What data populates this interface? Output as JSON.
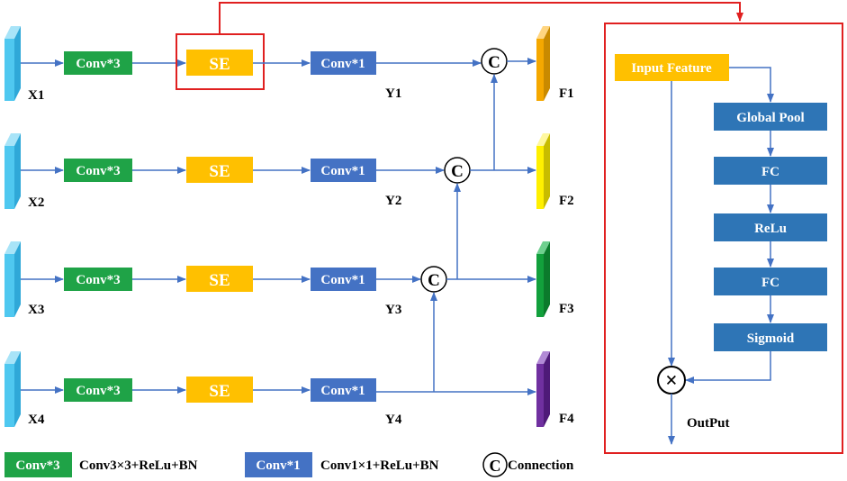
{
  "rows": [
    {
      "input": "X1",
      "conv3": "Conv*3",
      "se": "SE",
      "conv1": "Conv*1",
      "y": "Y1",
      "f": "F1",
      "f_color": "#F5A800"
    },
    {
      "input": "X2",
      "conv3": "Conv*3",
      "se": "SE",
      "conv1": "Conv*1",
      "y": "Y2",
      "f": "F2",
      "f_color": "#FFF000"
    },
    {
      "input": "X3",
      "conv3": "Conv*3",
      "se": "SE",
      "conv1": "Conv*1",
      "y": "Y3",
      "f": "F3",
      "f_color": "#12A03C"
    },
    {
      "input": "X4",
      "conv3": "Conv*3",
      "se": "SE",
      "conv1": "Conv*1",
      "y": "Y4",
      "f": "F4",
      "f_color": "#7030A0"
    }
  ],
  "connection_symbol": "C",
  "se_detail": {
    "input": "Input Feature",
    "blocks": [
      "Global Pool",
      "FC",
      "ReLu",
      "FC",
      "Sigmoid"
    ],
    "multiply_symbol": "×",
    "output": "OutPut"
  },
  "legend": {
    "conv3_box": "Conv*3",
    "conv3_desc": "Conv3×3+ReLu+BN",
    "conv1_box": "Conv*1",
    "conv1_desc": "Conv1×1+ReLu+BN",
    "connection_symbol": "C",
    "connection_desc": "Connection"
  },
  "colors": {
    "input_slab": "#4FC8F0",
    "conv3": "#1FA347",
    "se": "#FFC000",
    "conv1": "#4472C4",
    "se_block": "#2E75B6",
    "arrow": "#4472C4",
    "highlight": "#E02020"
  }
}
